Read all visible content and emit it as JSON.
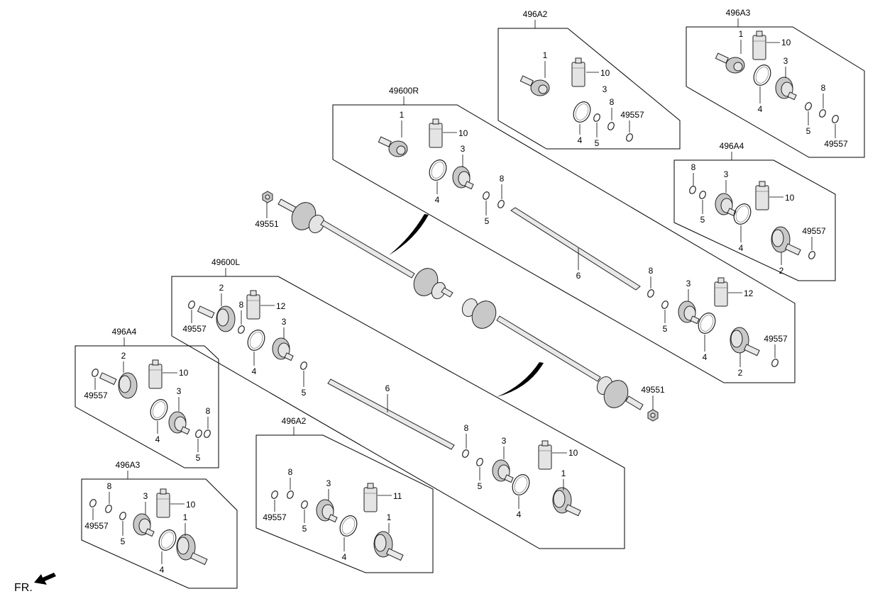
{
  "groups": {
    "top_a2": "496A2",
    "top_a3": "496A3",
    "right_a4": "496A4",
    "rh_shaft": "49600R",
    "lh_shaft": "49600L",
    "left_a4": "496A4",
    "mid_a2": "496A2",
    "left_a3": "496A3"
  },
  "labels": {
    "n1": "1",
    "n2": "2",
    "n3": "3",
    "n4": "4",
    "n5": "5",
    "n6": "6",
    "n8": "8",
    "n10": "10",
    "n11": "11",
    "n12": "12",
    "p49557": "49557",
    "p49551": "49551"
  },
  "footer": {
    "direction": "FR."
  }
}
